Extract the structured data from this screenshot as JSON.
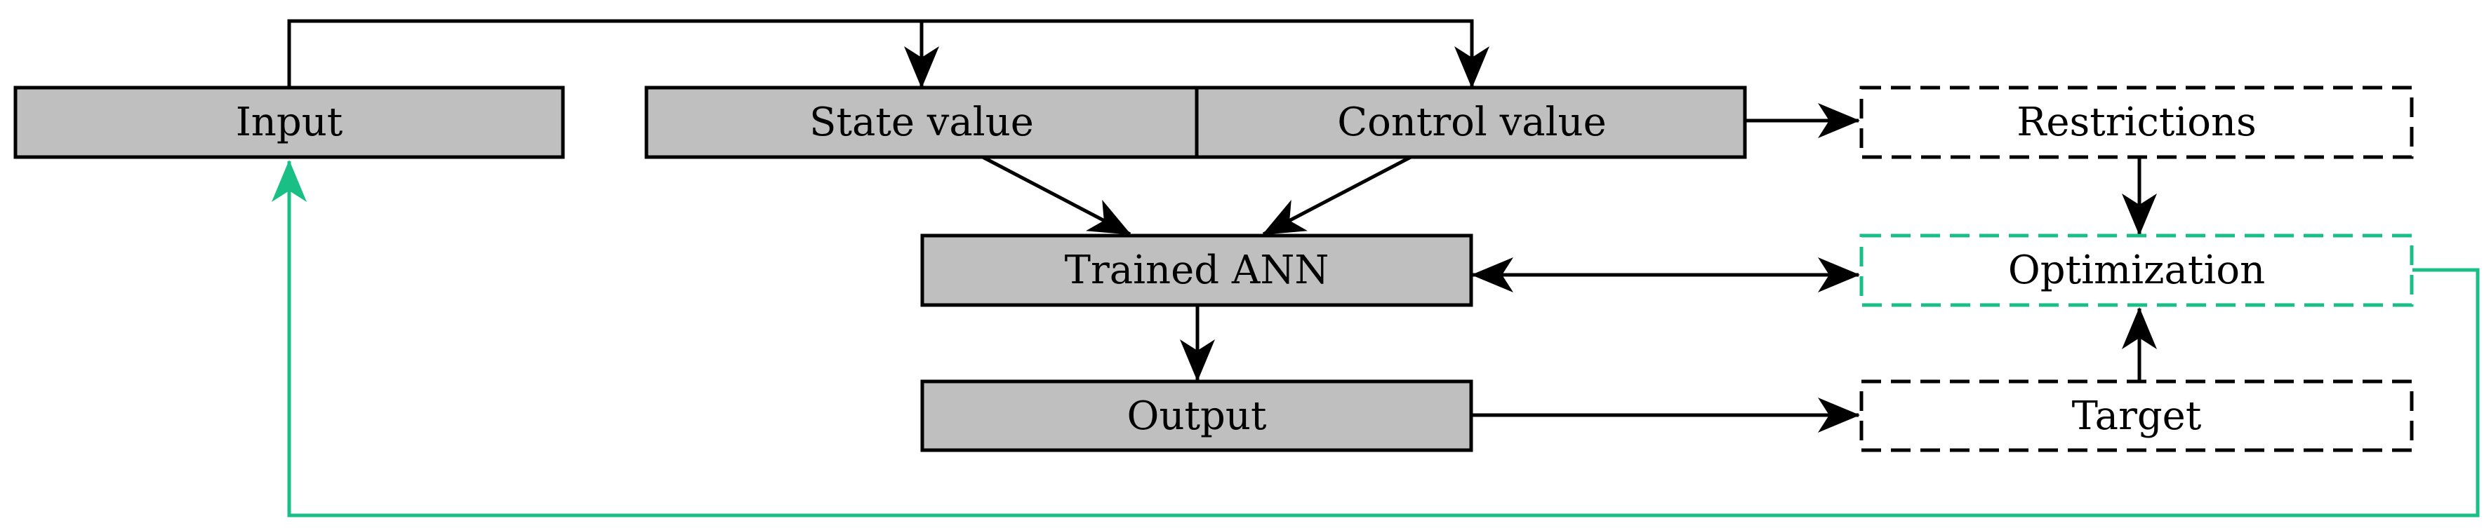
{
  "nodes": {
    "input": "Input",
    "state_value": "State value",
    "control_value": "Control value",
    "restrictions": "Restrictions",
    "trained_ann": "Trained ANN",
    "optimization": "Optimization",
    "output": "Output",
    "target": "Target"
  },
  "colors": {
    "box_fill": "#bfbfbf",
    "stroke": "#000000",
    "feedback_accent": "#1abf85"
  }
}
